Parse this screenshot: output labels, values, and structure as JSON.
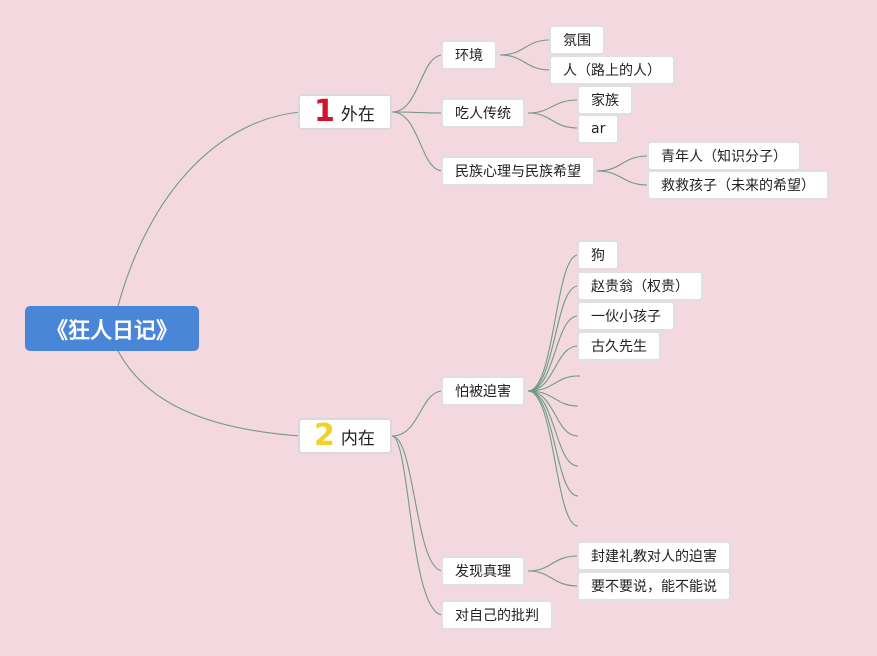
{
  "root": "《狂人日记》",
  "branch1": {
    "number": "1",
    "label": "外在",
    "number_color": "#d4122b"
  },
  "branch2": {
    "number": "2",
    "label": "内在",
    "number_color": "#f2d227"
  },
  "nodes": {
    "huanjing": "环境",
    "fenwei": "氛围",
    "lushangderen": "人（路上的人）",
    "chirenchuantong": "吃人传统",
    "jiazu": "家族",
    "ar": "ar",
    "minzu": "民族心理与民族希望",
    "qingnianren": "青年人（知识分子）",
    "jiujiu": "救救孩子（未来的希望）",
    "pabei": "怕被迫害",
    "gou": "狗",
    "zhaoguiweng": "赵贵翁（权贵）",
    "yihuo": "一伙小孩子",
    "gujiu": "古久先生",
    "faxian": "发现真理",
    "fengjian": "封建礼教对人的迫害",
    "yaobuyao": "要不要说，能不能说",
    "duiziji": "对自己的批判"
  },
  "colors": {
    "background": "#f3d8e0",
    "root": "#4a86d8",
    "line": "#6f9a86"
  }
}
